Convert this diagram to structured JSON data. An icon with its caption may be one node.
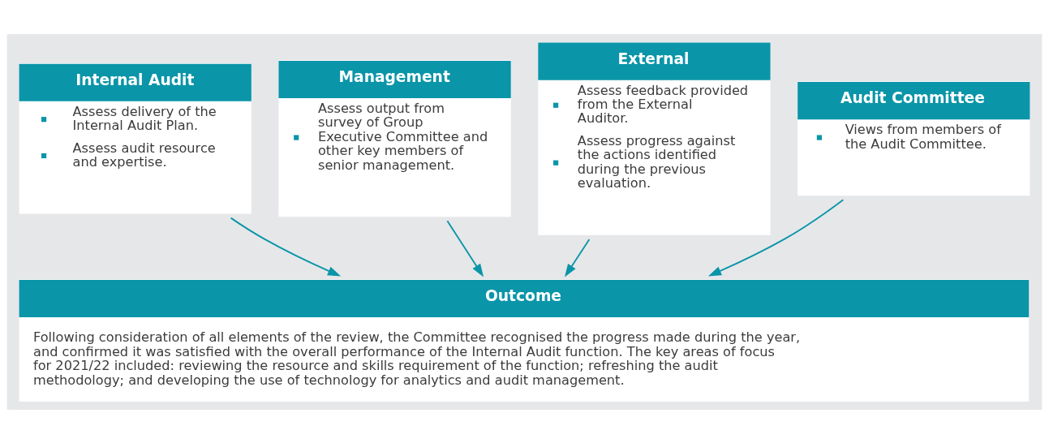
{
  "diagram": {
    "nodes": [
      {
        "text": [
          "Internal Audit",
          "Assess delivery of the Internal Audit Plan.",
          "Assess audit resource and expertise."
        ]
      },
      {
        "text": [
          "Management",
          "Assess output from survey of Group Executive Committee and other key members of senior management."
        ]
      },
      {
        "text": [
          "External",
          "Assess feedback provided from the External Auditor.",
          "Assess progress against the actions identified during the previous evaluation."
        ]
      },
      {
        "text": [
          "Audit Committee",
          "Views from members of the Audit Committee."
        ]
      },
      {
        "text": [
          "Outcome",
          "Following consideration of all elements of the review, the Committee recognised the progress made during the year, and confirmed it was satisfied with the overall performance of the Internal Audit function. The key areas of focus for 2021/22 included: reviewing the resource and skills requirement of the function; refreshing the audit methodology; and developing the use of technology for analytics and audit management."
        ]
      }
    ],
    "edges": [
      {
        "from": 0,
        "to": 4,
        "arrow": "to"
      },
      {
        "from": 1,
        "to": 4,
        "arrow": "to"
      },
      {
        "from": 2,
        "to": 4,
        "arrow": "to"
      },
      {
        "from": 3,
        "to": 4,
        "arrow": "to"
      }
    ]
  }
}
